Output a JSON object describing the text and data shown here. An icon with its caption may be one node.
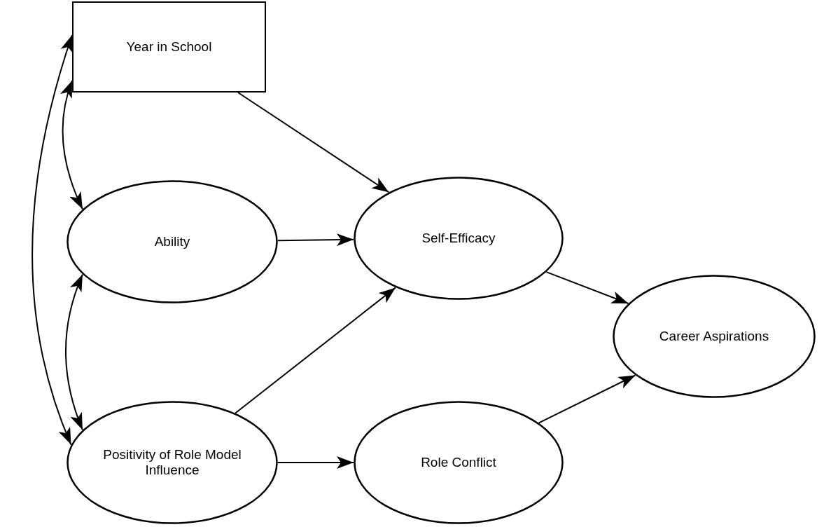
{
  "diagram": {
    "nodes": [
      {
        "text": [
          "Year in School"
        ]
      },
      {
        "text": [
          "Ability"
        ]
      },
      {
        "text": [
          "Self-Efficacy"
        ]
      },
      {
        "text": [
          "Career Aspirations"
        ]
      },
      {
        "text": [
          "Positivity of Role Model Influence"
        ]
      },
      {
        "text": [
          "Role Conflict"
        ]
      }
    ],
    "edges": [
      {
        "from": 0,
        "to": 1,
        "arrow": "both"
      },
      {
        "from": 1,
        "to": 4,
        "arrow": "both"
      },
      {
        "from": 0,
        "to": 4,
        "arrow": "both"
      },
      {
        "from": 0,
        "to": 2,
        "arrow": "to"
      },
      {
        "from": 1,
        "to": 2,
        "arrow": "to"
      },
      {
        "from": 4,
        "to": 2,
        "arrow": "to"
      },
      {
        "from": 4,
        "to": 5,
        "arrow": "to"
      },
      {
        "from": 2,
        "to": 3,
        "arrow": "to"
      },
      {
        "from": 5,
        "to": 3,
        "arrow": "to"
      }
    ]
  }
}
